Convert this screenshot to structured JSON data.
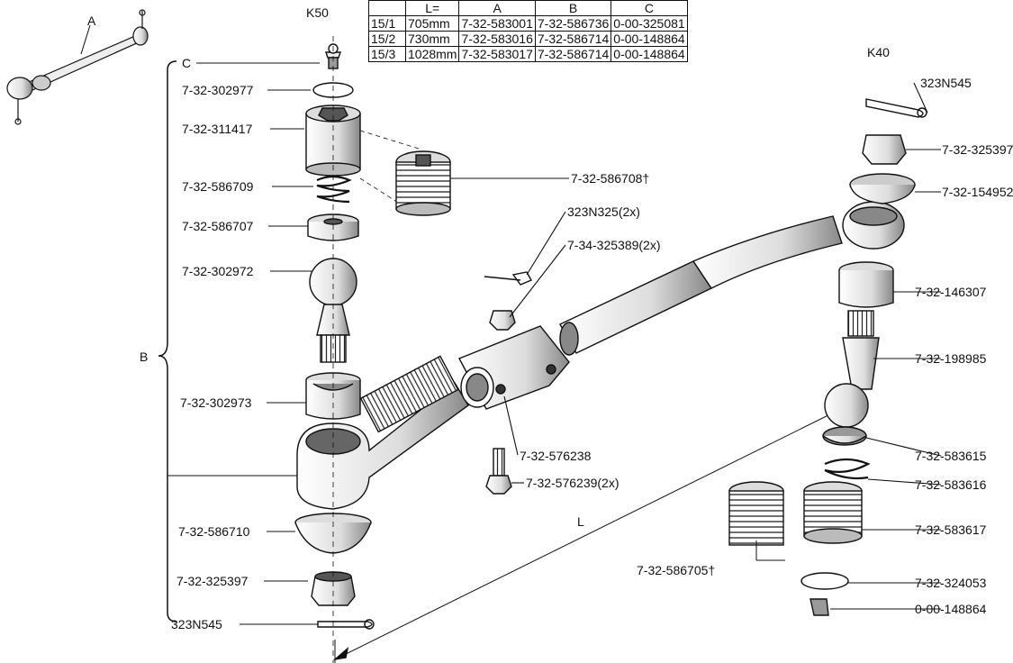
{
  "groups": {
    "k50": "K50",
    "k40": "K40",
    "a": "A",
    "b": "B",
    "c": "C",
    "l": "L"
  },
  "table": {
    "headers": [
      "",
      "L=",
      "A",
      "B",
      "C"
    ],
    "rows": [
      [
        "15/1",
        "705mm",
        "7-32-583001",
        "7-32-586736",
        "0-00-325081"
      ],
      [
        "15/2",
        "730mm",
        "7-32-583016",
        "7-32-586714",
        "0-00-148864"
      ],
      [
        "15/3",
        "1028mm",
        "7-32-583017",
        "7-32-586714",
        "0-00-148864"
      ]
    ]
  },
  "left_labels": [
    "7-32-302977",
    "7-32-311417",
    "7-32-586709",
    "7-32-586707",
    "7-32-302972",
    "7-32-302973",
    "7-32-586710",
    "7-32-325397",
    "323N545"
  ],
  "center_labels": [
    "7-32-586708†",
    "323N325(2x)",
    "7-34-325389(2x)",
    "7-32-576238",
    "7-32-576239(2x)",
    "7-32-586705†"
  ],
  "right_labels": [
    "323N545",
    "7-32-325397",
    "7-32-154952",
    "7-32-146307",
    "7-32-198985",
    "7-32-583615",
    "7-32-583616",
    "7-32-583617",
    "7-32-324053",
    "0-00-148864"
  ]
}
